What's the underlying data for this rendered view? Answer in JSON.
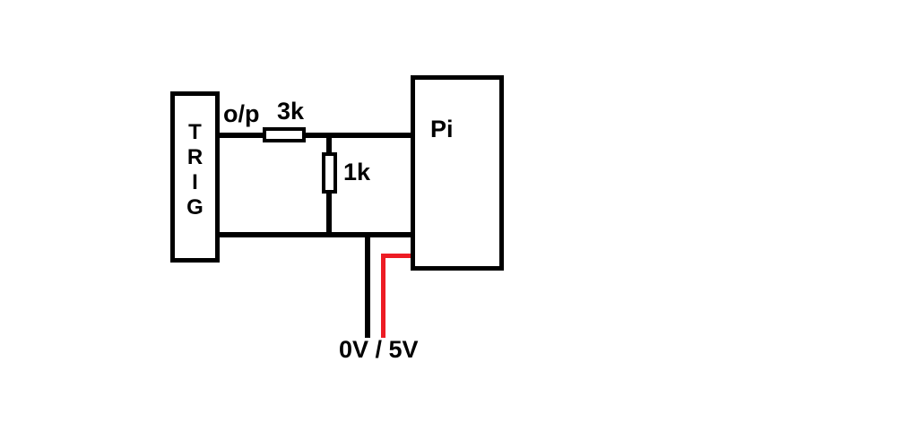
{
  "diagram": {
    "colors": {
      "wire": "#000000",
      "supply_wire": "#ed1c24",
      "background": "#ffffff",
      "text": "#000000"
    },
    "trig_box": {
      "label": "TRIG",
      "letters": [
        "T",
        "R",
        "I",
        "G"
      ]
    },
    "pi_box": {
      "label": "Pi"
    },
    "series_resistor": {
      "value": "3k"
    },
    "shunt_resistor": {
      "value": "1k"
    },
    "labels": {
      "output": "o/p",
      "supply": "0V / 5V"
    }
  }
}
